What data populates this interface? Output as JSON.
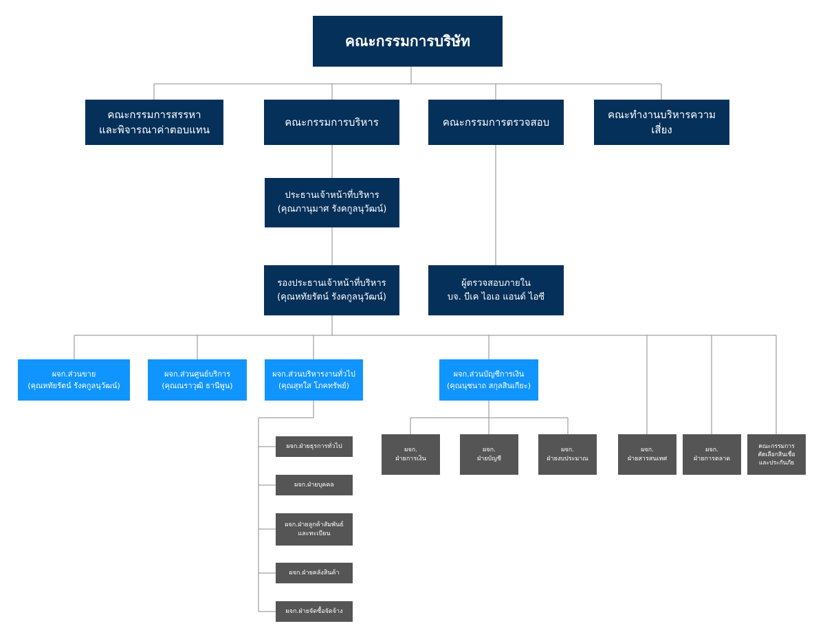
{
  "colors": {
    "navy": "#05305a",
    "blue": "#1095ff",
    "gray": "#555555",
    "line": "#8a8a8a"
  },
  "board": "คณะกรรมการบริษัท",
  "committees": {
    "remuneration": [
      "คณะกรรมการสรรหา",
      "และพิจารณาค่าตอบแทน"
    ],
    "executive": "คณะกรรมการบริหาร",
    "audit": "คณะกรรมการตรวจสอบ",
    "risk": [
      "คณะทำงานบริหารความ",
      "เสี่ยง"
    ]
  },
  "ceo": {
    "title": "ประธานเจ้าหน้าที่บริหาร",
    "name": "(คุณภานุมาศ รังคกูลนุวัฒน์)"
  },
  "deputy_ceo": {
    "title": "รองประธานเจ้าหน้าที่บริหาร",
    "name": "(คุณหทัยรัตน์ รังคกูลนุวัฒน์)"
  },
  "internal_audit": {
    "title": "ผู้ตรวจสอบภายใน",
    "name": "บจ. บีเค ไอเอ แอนด์ ไอซี"
  },
  "divisions": {
    "sales": {
      "title": "ผจก.ส่วนขาย",
      "name": "(คุณหทัยรัตน์ รังคกูลนุวัฒน์)"
    },
    "service": {
      "title": "ผจก.ส่วนศูนย์บริการ",
      "name": "(คุณณราวุฒิ ธานีพูน)"
    },
    "admin": {
      "title": "ผจก.ส่วนบริหารงานทั่วไป",
      "name": "(คุณสุทใส โภคทรัพย์)"
    },
    "accounting": {
      "title": "ผจก.ส่วนบัญชีการเงิน",
      "name": "(คุณนุชนาถ สกุลสินเกียะ)"
    }
  },
  "admin_departments": [
    [
      "ผจก.ฝ่ายธุรการทั่วไป"
    ],
    [
      "ผจก.ฝ่ายบุคคล"
    ],
    [
      "ผจก.ฝ่ายลูกค้าสัมพันธ์",
      "และทะเบียน"
    ],
    [
      "ผจก.ฝ่ายคลังสินค้า"
    ],
    [
      "ผจก.ฝ่ายจัดซื้อจัดจ้าง"
    ]
  ],
  "accounting_departments": [
    [
      "ผจก.",
      "ฝ่ายการเงิน"
    ],
    [
      "ผจก.",
      "ฝ่ายบัญชี"
    ],
    [
      "ผจก.",
      "ฝ่ายงบประมาณ"
    ]
  ],
  "other_departments": [
    [
      "ผจก.",
      "ฝ่ายสารสนเทศ"
    ],
    [
      "ผจก.",
      "ฝ่ายการตลาด"
    ],
    [
      "คณะกรรมการ",
      "คัดเลือกสินเชื่อ",
      "และประกันภัย"
    ]
  ]
}
